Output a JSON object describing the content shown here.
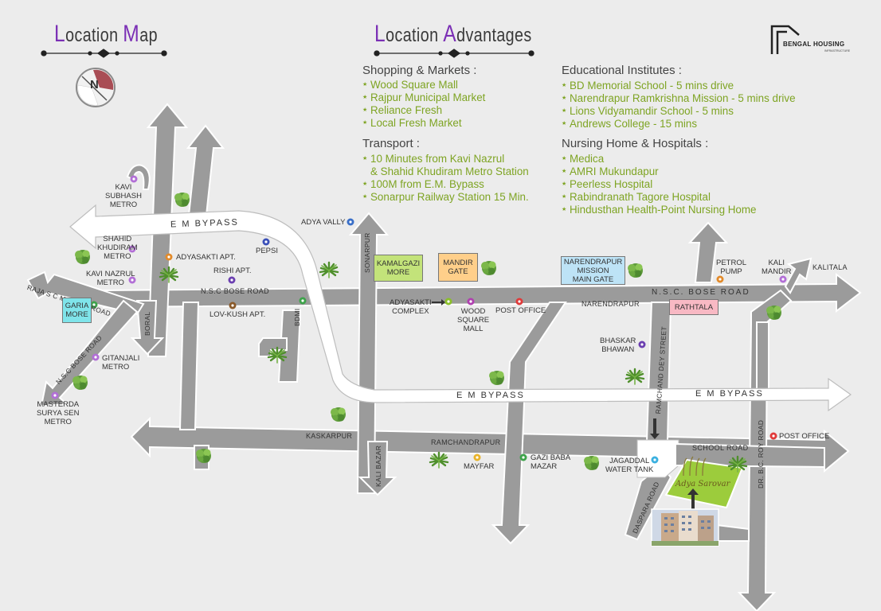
{
  "location_map_title": {
    "cap": "L",
    "rest": "ocation ",
    "cap2": "M",
    "rest2": "ap"
  },
  "advantages_title": {
    "cap": "L",
    "rest": "ocation ",
    "cap2": "A",
    "rest2": "dvantages"
  },
  "brand": {
    "name": "BENGAL HOUSING",
    "tagline": "INFRASTRUCTURE"
  },
  "compass_label": "N",
  "colors": {
    "background": "#ececec",
    "road": "#9b9b9b",
    "road_outline": "#ffffff",
    "bypass": "#ffffff",
    "list_text": "#7ea423",
    "title_accent": "#7b2fb5",
    "compass_red": "#a94d55",
    "green_box": "#c3e37a",
    "orange_box": "#ffcf8a",
    "blue_box": "#bde3f6",
    "pink_box": "#f8b9c4",
    "cyan_box": "#7fe4ea",
    "project_plot": "#9ccc3c"
  },
  "shopping": {
    "title": "Shopping & Markets :",
    "items": [
      "Wood Square Mall",
      "Rajpur Municipal Market",
      "Reliance Fresh",
      "Local Fresh Market"
    ]
  },
  "transport": {
    "title": "Transport :",
    "items": [
      "10 Minutes from Kavi Nazrul\n& Shahid Khudiram Metro Station",
      "100M from E.M. Bypass",
      "Sonarpur Railway Station 15 Min."
    ]
  },
  "education": {
    "title": "Educational Institutes :",
    "items": [
      "BD Memorial School - 5 mins drive",
      "Narendrapur Ramkrishna Mission - 5 mins drive",
      "Lions Vidyamandir School - 5 mins",
      "Andrews College - 15 mins"
    ]
  },
  "nursing": {
    "title": "Nursing Home & Hospitals :",
    "items": [
      "Medica",
      "AMRI Mukundapur",
      "Peerless Hospital",
      "Rabindranath Tagore Hospital",
      "Hindusthan Health-Point Nursing Home"
    ]
  },
  "roads": {
    "em_bypass": "E M BYPASS",
    "nsc_bose": "N.S.C BOSE ROAD",
    "nsc_bose_east": "N.S.C. BOSE ROAD",
    "nsc_bose_diag": "N.S.C BOSE ROAD",
    "raja_sc": "RAJA S C MALLICK ROAD",
    "kaskarpur": "KASKARPUR",
    "ramchandrapur": "RAMCHANDRAPUR",
    "school_road": "SCHOOL ROAD",
    "ramchand_dey": "RAMCHAND DEY STREET",
    "daspara": "DASPARA ROAD",
    "dr_bc_roy": "DR. B.C. ROY ROAD",
    "sonarpur": "SONARPUR",
    "kali_bazar": "KALI BAZAR",
    "boral": "BORAL",
    "bdmi": "BDMI",
    "kalitala": "KALITALA",
    "narendrapur": "NARENDRAPUR"
  },
  "places": {
    "kavi_subhash": "KAVI\nSUBHASH\nMETRO",
    "shahid_khudiram": "SHAHID\nKHUDIRAM\nMETRO",
    "kavi_nazrul": "KAVI NAZRUL\nMETRO",
    "gitanjali": "GITANJALI\nMETRO",
    "masterda": "MASTERDA\nSURYA SEN\nMETRO",
    "adyasakti_apt": "ADYASAKTI APT.",
    "rishi_apt": "RISHI APT.",
    "lov_kush": "LOV-KUSH APT.",
    "pepsi": "PEPSI",
    "adya_vally": "ADYA VALLY",
    "adyasakti_complex": "ADYASAKTI\nCOMPLEX",
    "wood_square": "WOOD\nSQUARE\nMALL",
    "post_office_1": "POST OFFICE",
    "post_office_2": "POST OFFICE",
    "petrol_pump": "PETROL\nPUMP",
    "kali_mandir": "KALI\nMANDIR",
    "bhaskar_bhawan": "BHASKAR\nBHAWAN",
    "mayfar": "MAYFAR",
    "gazi_baba": "GAZI BABA\nMAZAR",
    "jagaddal": "JAGADDAL\nWATER TANK",
    "project": "Adya Sarovar"
  },
  "boxes": {
    "kamalgazi": "KAMALGAZI\nMORE",
    "mandir_gate": "MANDIR\nGATE",
    "narendrapur_mission": "NARENDRAPUR\nMISSION\nMAIN GATE",
    "rathtala": "RATHTALA",
    "garia_more": "GARIA\nMORE"
  }
}
